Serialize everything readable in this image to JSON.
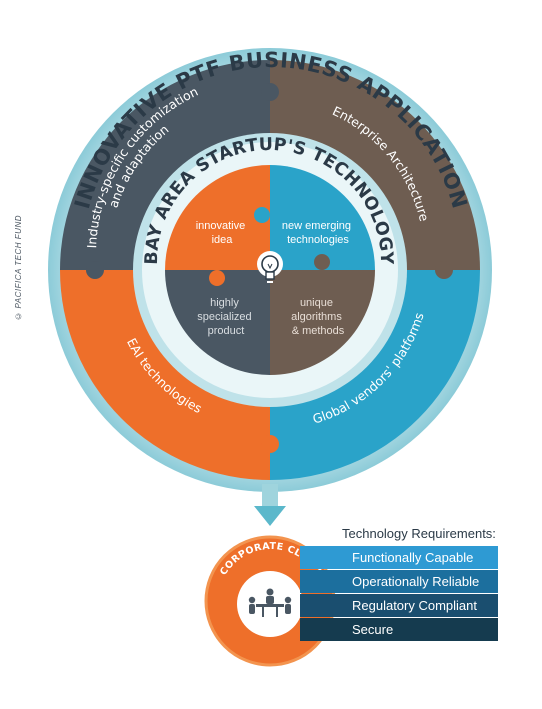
{
  "copyright": "© PACIFICA TECH FUND",
  "outer_ring": {
    "title": "INNOVATIVE PTF BUSINESS APPLICATION",
    "segments": {
      "top_left": [
        "Industry-specific customization",
        "and adaptation"
      ],
      "top_right": "Enterprise Architecture",
      "bottom_left": "EAI technologies",
      "bottom_right": "Global vendors' platforms"
    }
  },
  "inner_ring": {
    "title": "BAY AREA STARTUP'S TECHNOLOGY"
  },
  "core": {
    "top_left": [
      "innovative",
      "idea"
    ],
    "top_right": [
      "new emerging",
      "technologies"
    ],
    "bottom_left": [
      "highly",
      "specialized",
      "product"
    ],
    "bottom_right": [
      "unique",
      "algorithms",
      "& methods"
    ],
    "center_icon": "lightbulb-icon"
  },
  "client": {
    "label": "CORPORATE CLIENT",
    "icon": "meeting-people-icon"
  },
  "requirements": {
    "title": "Technology Requirements:",
    "items": [
      "Functionally Capable",
      "Operationally Reliable",
      "Regulatory Compliant",
      "Secure"
    ]
  },
  "colors": {
    "dark_slate": "#4a5763",
    "brown": "#6e5d51",
    "orange": "#ee6f2a",
    "teal": "#2aa3c9",
    "light_teal": "#9fd4dd",
    "ring_teal": "#5bb8cb",
    "text_dark": "#2b3a47"
  }
}
